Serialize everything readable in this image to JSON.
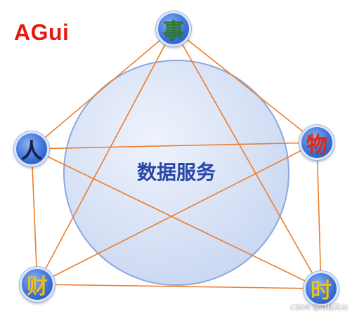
{
  "brand": {
    "text": "AGui",
    "color": "#e8190f"
  },
  "center": {
    "label": "数据服务",
    "text_color": "#2a47a6",
    "fill": "#c9d7f2",
    "stroke": "#8fa7dd"
  },
  "line_color": "#ee7d2a",
  "nodes": [
    {
      "key": "shi_event",
      "char": "事",
      "color": "#2f7b2f"
    },
    {
      "key": "wu",
      "char": "物",
      "color": "#e02a16"
    },
    {
      "key": "shi_time",
      "char": "时",
      "color": "#e8c024"
    },
    {
      "key": "cai",
      "char": "财",
      "color": "#e8c024"
    },
    {
      "key": "ren",
      "char": "人",
      "color": "#14204a"
    }
  ],
  "node_fill": "#3d73d9",
  "watermark": "CSDN @阿桂天山"
}
